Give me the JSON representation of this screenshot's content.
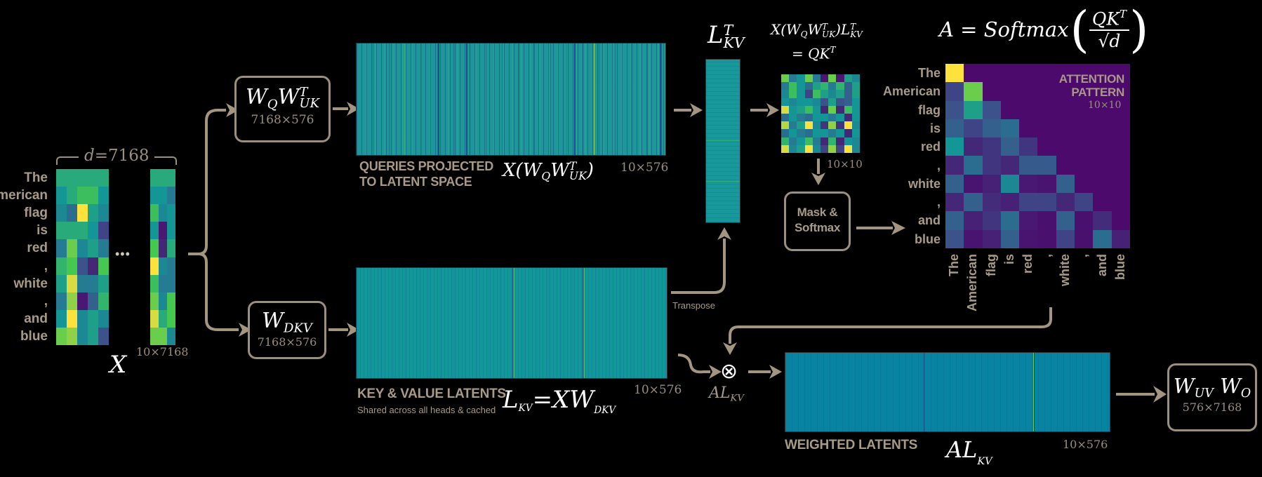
{
  "colors": {
    "background": "#000000",
    "label": "#a89a85",
    "arrow": "#a39580",
    "box_border": "#9c8f7c",
    "queries_matrix": "#1f979a",
    "kv_matrix": "#13989a",
    "weighted_matrix": "#0884a2",
    "lt_column": "#17999a"
  },
  "tokens": [
    "The",
    "American",
    "flag",
    "is",
    "red",
    ",",
    "white",
    ",",
    "and",
    "blue"
  ],
  "input": {
    "dim_label_var": "d",
    "dim_label_value": "=7168",
    "ellipsis": "•••",
    "shape": "10×7168",
    "symbol": "X",
    "block1": [
      [
        0.6,
        0.6,
        0.6,
        0.6,
        0.6
      ],
      [
        0.5,
        0.6,
        0.7,
        0.7,
        0.5
      ],
      [
        0.45,
        0.35,
        1.0,
        0.55,
        0.45
      ],
      [
        0.6,
        0.6,
        0.6,
        0.5,
        0.2
      ],
      [
        0.4,
        0.8,
        0.45,
        0.55,
        0.4
      ],
      [
        0.65,
        0.75,
        0.25,
        0.1,
        0.75
      ],
      [
        0.55,
        0.95,
        0.4,
        0.4,
        0.55
      ],
      [
        0.4,
        0.85,
        0.05,
        0.3,
        0.65
      ],
      [
        0.5,
        1.0,
        0.45,
        0.55,
        0.45
      ],
      [
        0.8,
        0.85,
        0.45,
        0.55,
        0.25
      ]
    ],
    "block2": [
      [
        0.6,
        0.6,
        0.6
      ],
      [
        0.5,
        0.5,
        0.4
      ],
      [
        0.7,
        0.45,
        0.5
      ],
      [
        0.5,
        0.05,
        0.5
      ],
      [
        0.75,
        0.1,
        0.6
      ],
      [
        1.0,
        0.45,
        0.4
      ],
      [
        0.7,
        0.4,
        0.4
      ],
      [
        0.8,
        0.45,
        0.75
      ],
      [
        0.95,
        0.6,
        0.75
      ],
      [
        0.8,
        0.8,
        0.45
      ]
    ]
  },
  "wq_box": {
    "w1": "W",
    "s1": "Q",
    "w2": "W",
    "sup2": "T",
    "sub2": "UK",
    "shape": "7168×576"
  },
  "wdkv_box": {
    "w": "W",
    "sub": "DKV",
    "shape": "7168×576"
  },
  "queries": {
    "caption_line1": "QUERIES PROJECTED",
    "caption_line2": "TO LATENT SPACE",
    "formula_pre": "X(W",
    "formula_q": "Q",
    "formula_w": "W",
    "formula_sup": "T",
    "formula_sub": "UK",
    "formula_post": ")",
    "shape": "10×576"
  },
  "kv": {
    "caption": "KEY & VALUE LATENTS",
    "subcaption": "Shared across all heads & cached",
    "formula_l": "L",
    "formula_l_sub": "KV",
    "formula_eq": "=XW",
    "formula_w_sub": "DKV",
    "shape": "10×576",
    "transpose_label": "Transpose"
  },
  "lt": {
    "l": "L",
    "sup": "T",
    "sub": "KV"
  },
  "qk": {
    "line1_pre": "X(W",
    "q": "Q",
    "w": "W",
    "sup": "T",
    "sub": "UK",
    "mid": ")L",
    "sup2": "T",
    "sub2": "KV",
    "line2": "= QK",
    "line2_sup": "T",
    "shape": "10×10",
    "values": [
      [
        0.8,
        0.4,
        0.5,
        0.8,
        0.4,
        0.05,
        0.8,
        0.05,
        0.55,
        0.45
      ],
      [
        0.4,
        0.7,
        0.5,
        0.35,
        0.55,
        0.65,
        0.4,
        0.65,
        0.3,
        0.55
      ],
      [
        0.45,
        0.7,
        0.5,
        0.2,
        0.7,
        0.55,
        0.45,
        0.55,
        0.3,
        0.55
      ],
      [
        0.5,
        0.45,
        0.5,
        0.5,
        0.45,
        0.25,
        0.55,
        0.25,
        0.3,
        0.5
      ],
      [
        0.95,
        0.5,
        0.55,
        0.7,
        0.5,
        0.1,
        0.8,
        0.1,
        0.7,
        0.5
      ],
      [
        0.35,
        0.5,
        0.4,
        0.35,
        0.5,
        0.5,
        0.4,
        0.5,
        0.1,
        0.5
      ],
      [
        0.9,
        0.4,
        0.55,
        1.0,
        0.45,
        0.15,
        0.85,
        0.15,
        1.0,
        0.45
      ],
      [
        0.35,
        0.5,
        0.4,
        0.35,
        0.5,
        0.5,
        0.4,
        0.5,
        0.1,
        0.5
      ],
      [
        0.65,
        0.4,
        0.5,
        0.7,
        0.4,
        0.1,
        0.65,
        0.1,
        0.5,
        0.45
      ],
      [
        0.95,
        0.45,
        0.55,
        1.0,
        0.45,
        0.2,
        0.85,
        0.2,
        1.0,
        0.45
      ]
    ]
  },
  "mask_box": {
    "line1": "Mask &",
    "line2": "Softmax"
  },
  "attention": {
    "formula_lhs": "A = Softmax",
    "formula_num": "QK",
    "formula_num_sup": "T",
    "formula_den": "√d",
    "title_line1": "ATTENTION",
    "title_line2": "PATTERN",
    "shape": "10×10",
    "values": [
      [
        1.0
      ],
      [
        0.2,
        0.8
      ],
      [
        0.25,
        0.55,
        0.25
      ],
      [
        0.3,
        0.2,
        0.3,
        0.35
      ],
      [
        0.5,
        0.1,
        0.15,
        0.3,
        0.15
      ],
      [
        0.1,
        0.35,
        0.15,
        0.1,
        0.28,
        0.28
      ],
      [
        0.3,
        0.03,
        0.08,
        0.45,
        0.05,
        0.03,
        0.3
      ],
      [
        0.1,
        0.3,
        0.12,
        0.08,
        0.2,
        0.2,
        0.1,
        0.2
      ],
      [
        0.3,
        0.08,
        0.15,
        0.35,
        0.05,
        0.02,
        0.3,
        0.02,
        0.12
      ],
      [
        0.25,
        0.03,
        0.08,
        0.3,
        0.03,
        0.02,
        0.2,
        0.02,
        0.35,
        0.08
      ]
    ]
  },
  "multiply": {
    "symbol": "⊗",
    "a": "AL",
    "sub": "KV"
  },
  "weighted": {
    "caption": "WEIGHTED LATENTS",
    "a": "AL",
    "sub": "KV",
    "shape": "10×576"
  },
  "wuvwo_box": {
    "w1": "W",
    "s1": "UV",
    "w2": "W",
    "s2": "O",
    "shape": "576×7168"
  }
}
